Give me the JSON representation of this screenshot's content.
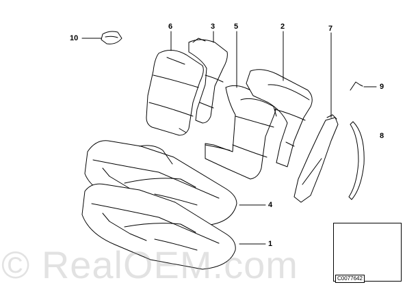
{
  "callouts": {
    "c10": "10",
    "c6": "6",
    "c3": "3",
    "c5": "5",
    "c2": "2",
    "c7": "7",
    "c9": "9",
    "c8": "8",
    "c4": "4",
    "c1": "1"
  },
  "watermark": "© RealOEM.com",
  "reference_code": "C0077642",
  "colors": {
    "line": "#000000",
    "watermark": "#a0a0a0",
    "marker": "#000000"
  }
}
